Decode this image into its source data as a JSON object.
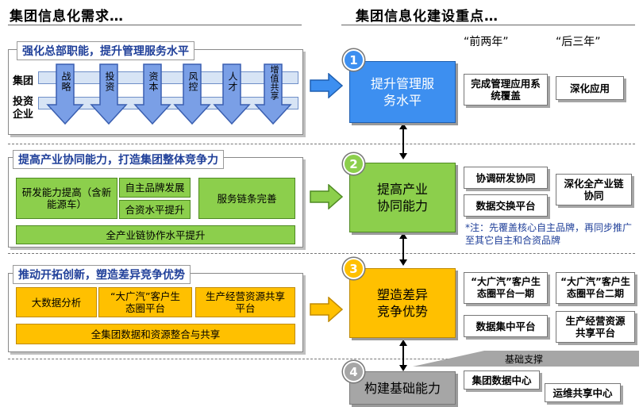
{
  "header": {
    "left": "集团信息化需求…",
    "right": "集团信息化建设重点…"
  },
  "periods": {
    "first": "“前两年”",
    "last": "“后三年”"
  },
  "colors": {
    "blue": "#3d8ff0",
    "green": "#8ccf4c",
    "yellow": "#ffc000",
    "gray": "#a6a6a6",
    "title_blue": "#1f3f99"
  },
  "section1": {
    "title": "强化总部职能，提升管理服务水平",
    "row_label_top": "集团",
    "row_label_bottom": "投资企业",
    "arrows": [
      "战略",
      "投资",
      "资本",
      "风控",
      "人才",
      "增值共享"
    ],
    "step_number": "1",
    "step_label": "提升管理服务水平",
    "first_item": "完成管理应用系统覆盖",
    "last_item": "深化应用"
  },
  "section2": {
    "title": "提高产业协同能力，打造集团整体竞争力",
    "box_rd": "研发能力提高（含新能源车）",
    "box_brand": "自主品牌发展",
    "box_jv": "合资水平提升",
    "box_service": "服务链条完善",
    "box_chain": "全产业链协作水平提升",
    "step_number": "2",
    "step_label": "提高产业协同能力",
    "first_items": [
      "协调研发协同",
      "数据交换平台"
    ],
    "last_item": "深化全产业链协同",
    "note": "*注：先覆盖核心自主品牌，再同步推广至其它自主和合资品牌"
  },
  "section3": {
    "title": "推动开拓创新，塑造差异竞争优势",
    "box_bigdata": "大数据分析",
    "box_ecosystem": "“大广汽”客户生态圈平台",
    "box_resources": "生产经营资源共享平台",
    "box_integration": "全集团数据和资源整合与共享",
    "step_number": "3",
    "step_label": "塑造差异竞争优势",
    "first_items": [
      "“大广汽”客户生态圈平台一期",
      "数据集中平台"
    ],
    "last_items": [
      "“大广汽”客户生态圈平台二期",
      "生产经营资源共享平台"
    ]
  },
  "section4": {
    "step_number": "4",
    "step_label": "构建基础能力",
    "support_label": "基础支撑",
    "items": [
      "集团数据中心",
      "运维共享中心"
    ]
  }
}
